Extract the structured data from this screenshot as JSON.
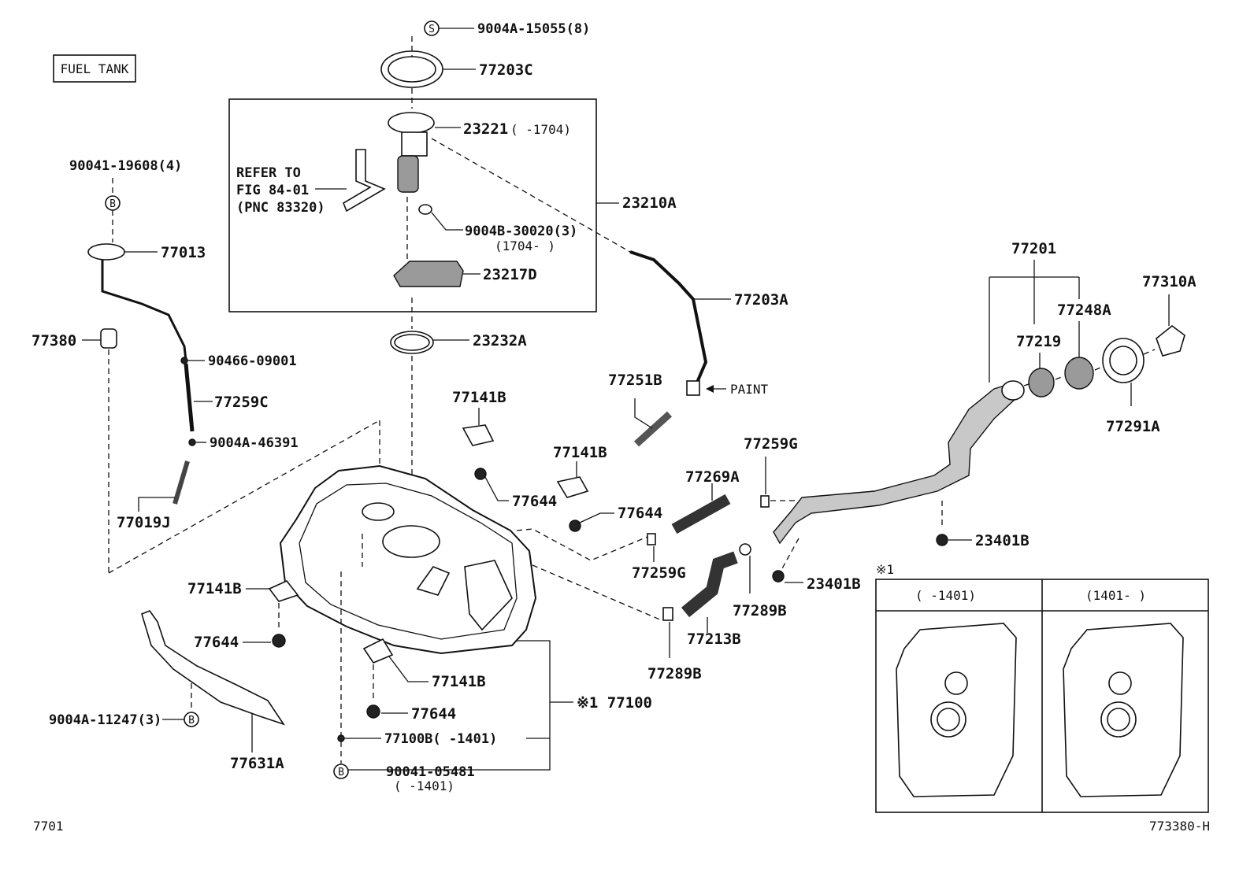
{
  "diagram": {
    "title": "FUEL TANK",
    "page_code": "7701",
    "figure_code": "773380-H",
    "refer_note": [
      "REFER TO",
      "FIG 84-01",
      "(PNC 83320)"
    ],
    "paint_note": "PAINT",
    "symbol_s": "S",
    "symbol_b": "B",
    "inset_marker": "※1",
    "inset_headers": [
      "(     -1401)",
      "(1401-     )"
    ],
    "labels": {
      "p9004a15055": "9004A-15055(8)",
      "p77203c": "77203C",
      "p23221": "23221",
      "p23221_range": "(     -1704)",
      "p23210a": "23210A",
      "p9004b30020": "9004B-30020(3)",
      "p9004b30020_range": "(1704-     )",
      "p23217d": "23217D",
      "p23232a": "23232A",
      "p77203a": "77203A",
      "p90041_19608": "90041-19608(4)",
      "p77013": "77013",
      "p77380": "77380",
      "p90466": "90466-09001",
      "p77259c": "77259C",
      "p9004a46391": "9004A-46391",
      "p77019j": "77019J",
      "p77251b": "77251B",
      "p77141b_1": "77141B",
      "p77141b_2": "77141B",
      "p77141b_3": "77141B",
      "p77141b_4": "77141B",
      "p77644_1": "77644",
      "p77644_2": "77644",
      "p77644_3": "77644",
      "p77644_4": "77644",
      "p77269a": "77269A",
      "p77259g_1": "77259G",
      "p77259g_2": "77259G",
      "p77213b": "77213B",
      "p77289b_1": "77289B",
      "p77289b_2": "77289B",
      "p77201": "77201",
      "p77219": "77219",
      "p77248a": "77248A",
      "p77310a": "77310A",
      "p77291a": "77291A",
      "p23401b_1": "23401B",
      "p23401b_2": "23401B",
      "p77100": "※1 77100",
      "p77100b": "77100B(     -1401)",
      "p90041_05481": "90041-05481",
      "p90041_05481_range": "(     -1401)",
      "p9004a11247": "9004A-11247(3)",
      "p77631a": "77631A"
    }
  }
}
